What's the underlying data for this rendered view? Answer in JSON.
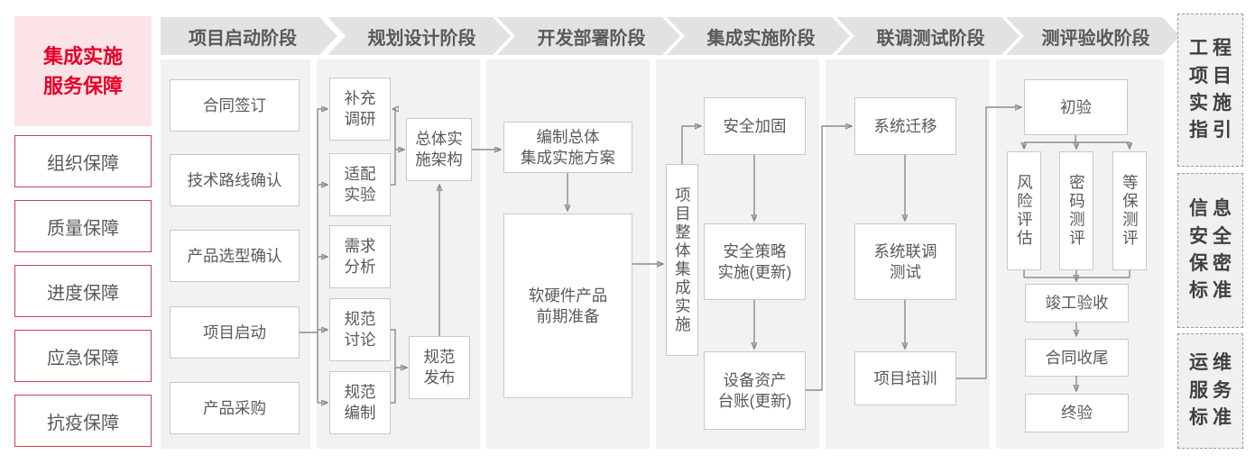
{
  "sidebar": {
    "title": "集成实施\n服务保障",
    "items": [
      "组织保障",
      "质量保障",
      "进度保障",
      "应急保障",
      "抗疫保障"
    ]
  },
  "phases": [
    {
      "label": "项目启动阶段",
      "boxes": [
        "合同签订",
        "技术路线确认",
        "产品选型确认",
        "项目启动",
        "产品采购"
      ]
    },
    {
      "label": "规划设计阶段",
      "boxes": [
        "补充\n调研",
        "适配\n实验",
        "需求\n分析",
        "规范\n讨论",
        "规范\n编制",
        "总体实\n施架构",
        "规范\n发布"
      ]
    },
    {
      "label": "开发部署阶段",
      "boxes": [
        "编制总体\n集成实施方案",
        "软硬件产品\n前期准备"
      ]
    },
    {
      "label": "集成实施阶段",
      "boxes": [
        "项目整体集成实施",
        "安全加固",
        "安全策略\n实施(更新)",
        "设备资产\n台账(更新)"
      ]
    },
    {
      "label": "联调测试阶段",
      "boxes": [
        "系统迁移",
        "系统联调\n测试",
        "项目培训"
      ]
    },
    {
      "label": "测评验收阶段",
      "boxes": [
        "初验",
        "风险评估",
        "密码测评",
        "等保测评",
        "竣工验收",
        "合同收尾",
        "终验"
      ]
    }
  ],
  "standards": [
    "工程\n项目\n实施\n指引",
    "信息\n安全\n保密\n标准",
    "运维\n服务\n标准"
  ],
  "colors": {
    "accent_red": "#e60028",
    "border_red": "#c5444e",
    "pink_bg": "#fbe3e7",
    "header_gray": "#e2e2e2",
    "panel_gray": "#f2f2f2",
    "text_gray": "#595959"
  }
}
